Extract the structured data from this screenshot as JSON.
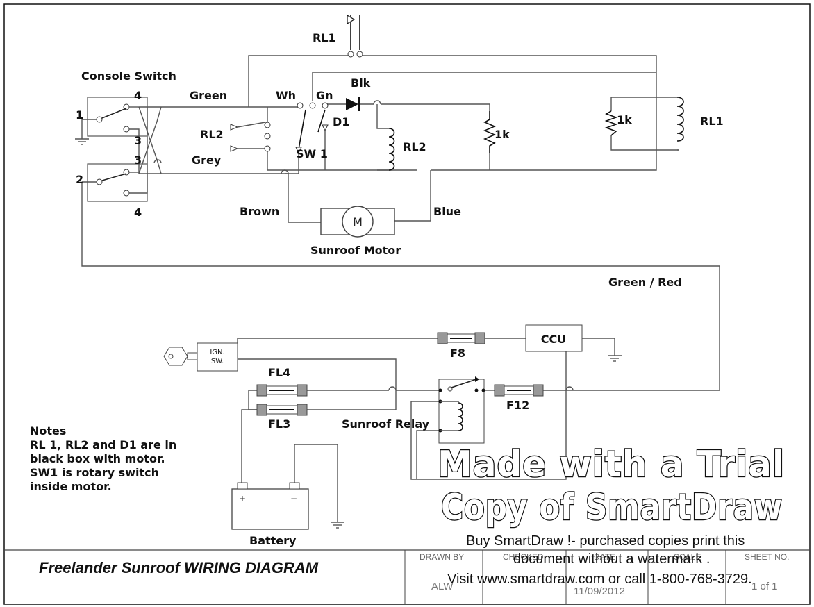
{
  "labels": {
    "rl1_top": "RL1",
    "console_switch": "Console Switch",
    "green": "Green",
    "wh": "Wh",
    "gn": "Gn",
    "blk": "Blk",
    "d1": "D1",
    "pin1": "1",
    "pin4_top": "4",
    "pin3_top": "3",
    "pin3_bot": "3",
    "pin2": "2",
    "pin4_bot": "4",
    "rl2_left": "RL2",
    "grey": "Grey",
    "sw1": "SW 1",
    "rl2_coil": "RL2",
    "res_mid": "1k",
    "res_right": "1k",
    "rl1_right": "RL1",
    "brown": "Brown",
    "blue": "Blue",
    "motor_letter": "M",
    "sunroof_motor": "Sunroof Motor",
    "green_red": "Green / Red",
    "ccu": "CCU",
    "f8": "F8",
    "ign_line1": "IGN.",
    "ign_line2": "SW.",
    "fl4": "FL4",
    "fl3": "FL3",
    "f12": "F12",
    "sunroof_relay": "Sunroof Relay",
    "battery": "Battery",
    "batt_plus": "+",
    "batt_minus": "−"
  },
  "notes": {
    "heading": "Notes",
    "line1": "RL 1, RL2 and D1 are in",
    "line2": "black box with motor.",
    "line3": "SW1 is rotary switch",
    "line4": "inside motor."
  },
  "title_block": {
    "title": "Freelander Sunroof WIRING DIAGRAM",
    "drawn_by_label": "DRAWN BY",
    "drawn_by_value": "ALW",
    "checked_label": "CHECKED",
    "date_label": "DATE",
    "date_value": "11/09/2012",
    "scale_label": "SCALE",
    "sheet_label": "SHEET NO.",
    "sheet_value": "1 of 1"
  },
  "watermark": {
    "line1": "Made with a Trial",
    "line2": "Copy of SmartDraw",
    "line3": "Buy SmartDraw !- purchased copies print this",
    "line4": "document without a watermark .",
    "line5": "Visit www.smartdraw.com or call 1-800-768-3729."
  }
}
